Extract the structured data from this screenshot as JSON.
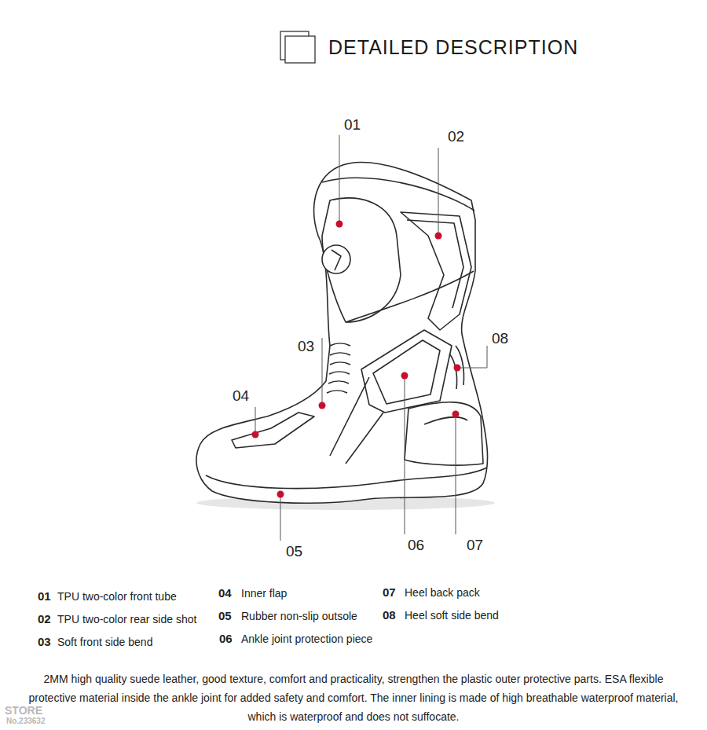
{
  "diagram": {
    "title": "DETAILED DESCRIPTION",
    "caption": "2MM high quality suede leather, good texture, comfort and practicality, strengthen the plastic outer protective parts. ESA flexible protective material inside the ankle joint for added safety and comfort. The inner lining is made of high breathable waterproof material, which is waterproof and does not suffocate.",
    "labels": [
      "01",
      "02",
      "03",
      "04",
      "05",
      "06",
      "07",
      "08",
      "01",
      "TPU two-color front tube",
      "02",
      "TPU two-color rear side shot",
      "03",
      "Soft front side bend",
      "04",
      "Inner flap",
      "05",
      "Rubber non-slip outsole",
      "06",
      "Ankle joint protection piece",
      "07",
      "Heel back pack",
      "08",
      "Heel soft side bend",
      "STORE",
      "No.233632"
    ]
  }
}
